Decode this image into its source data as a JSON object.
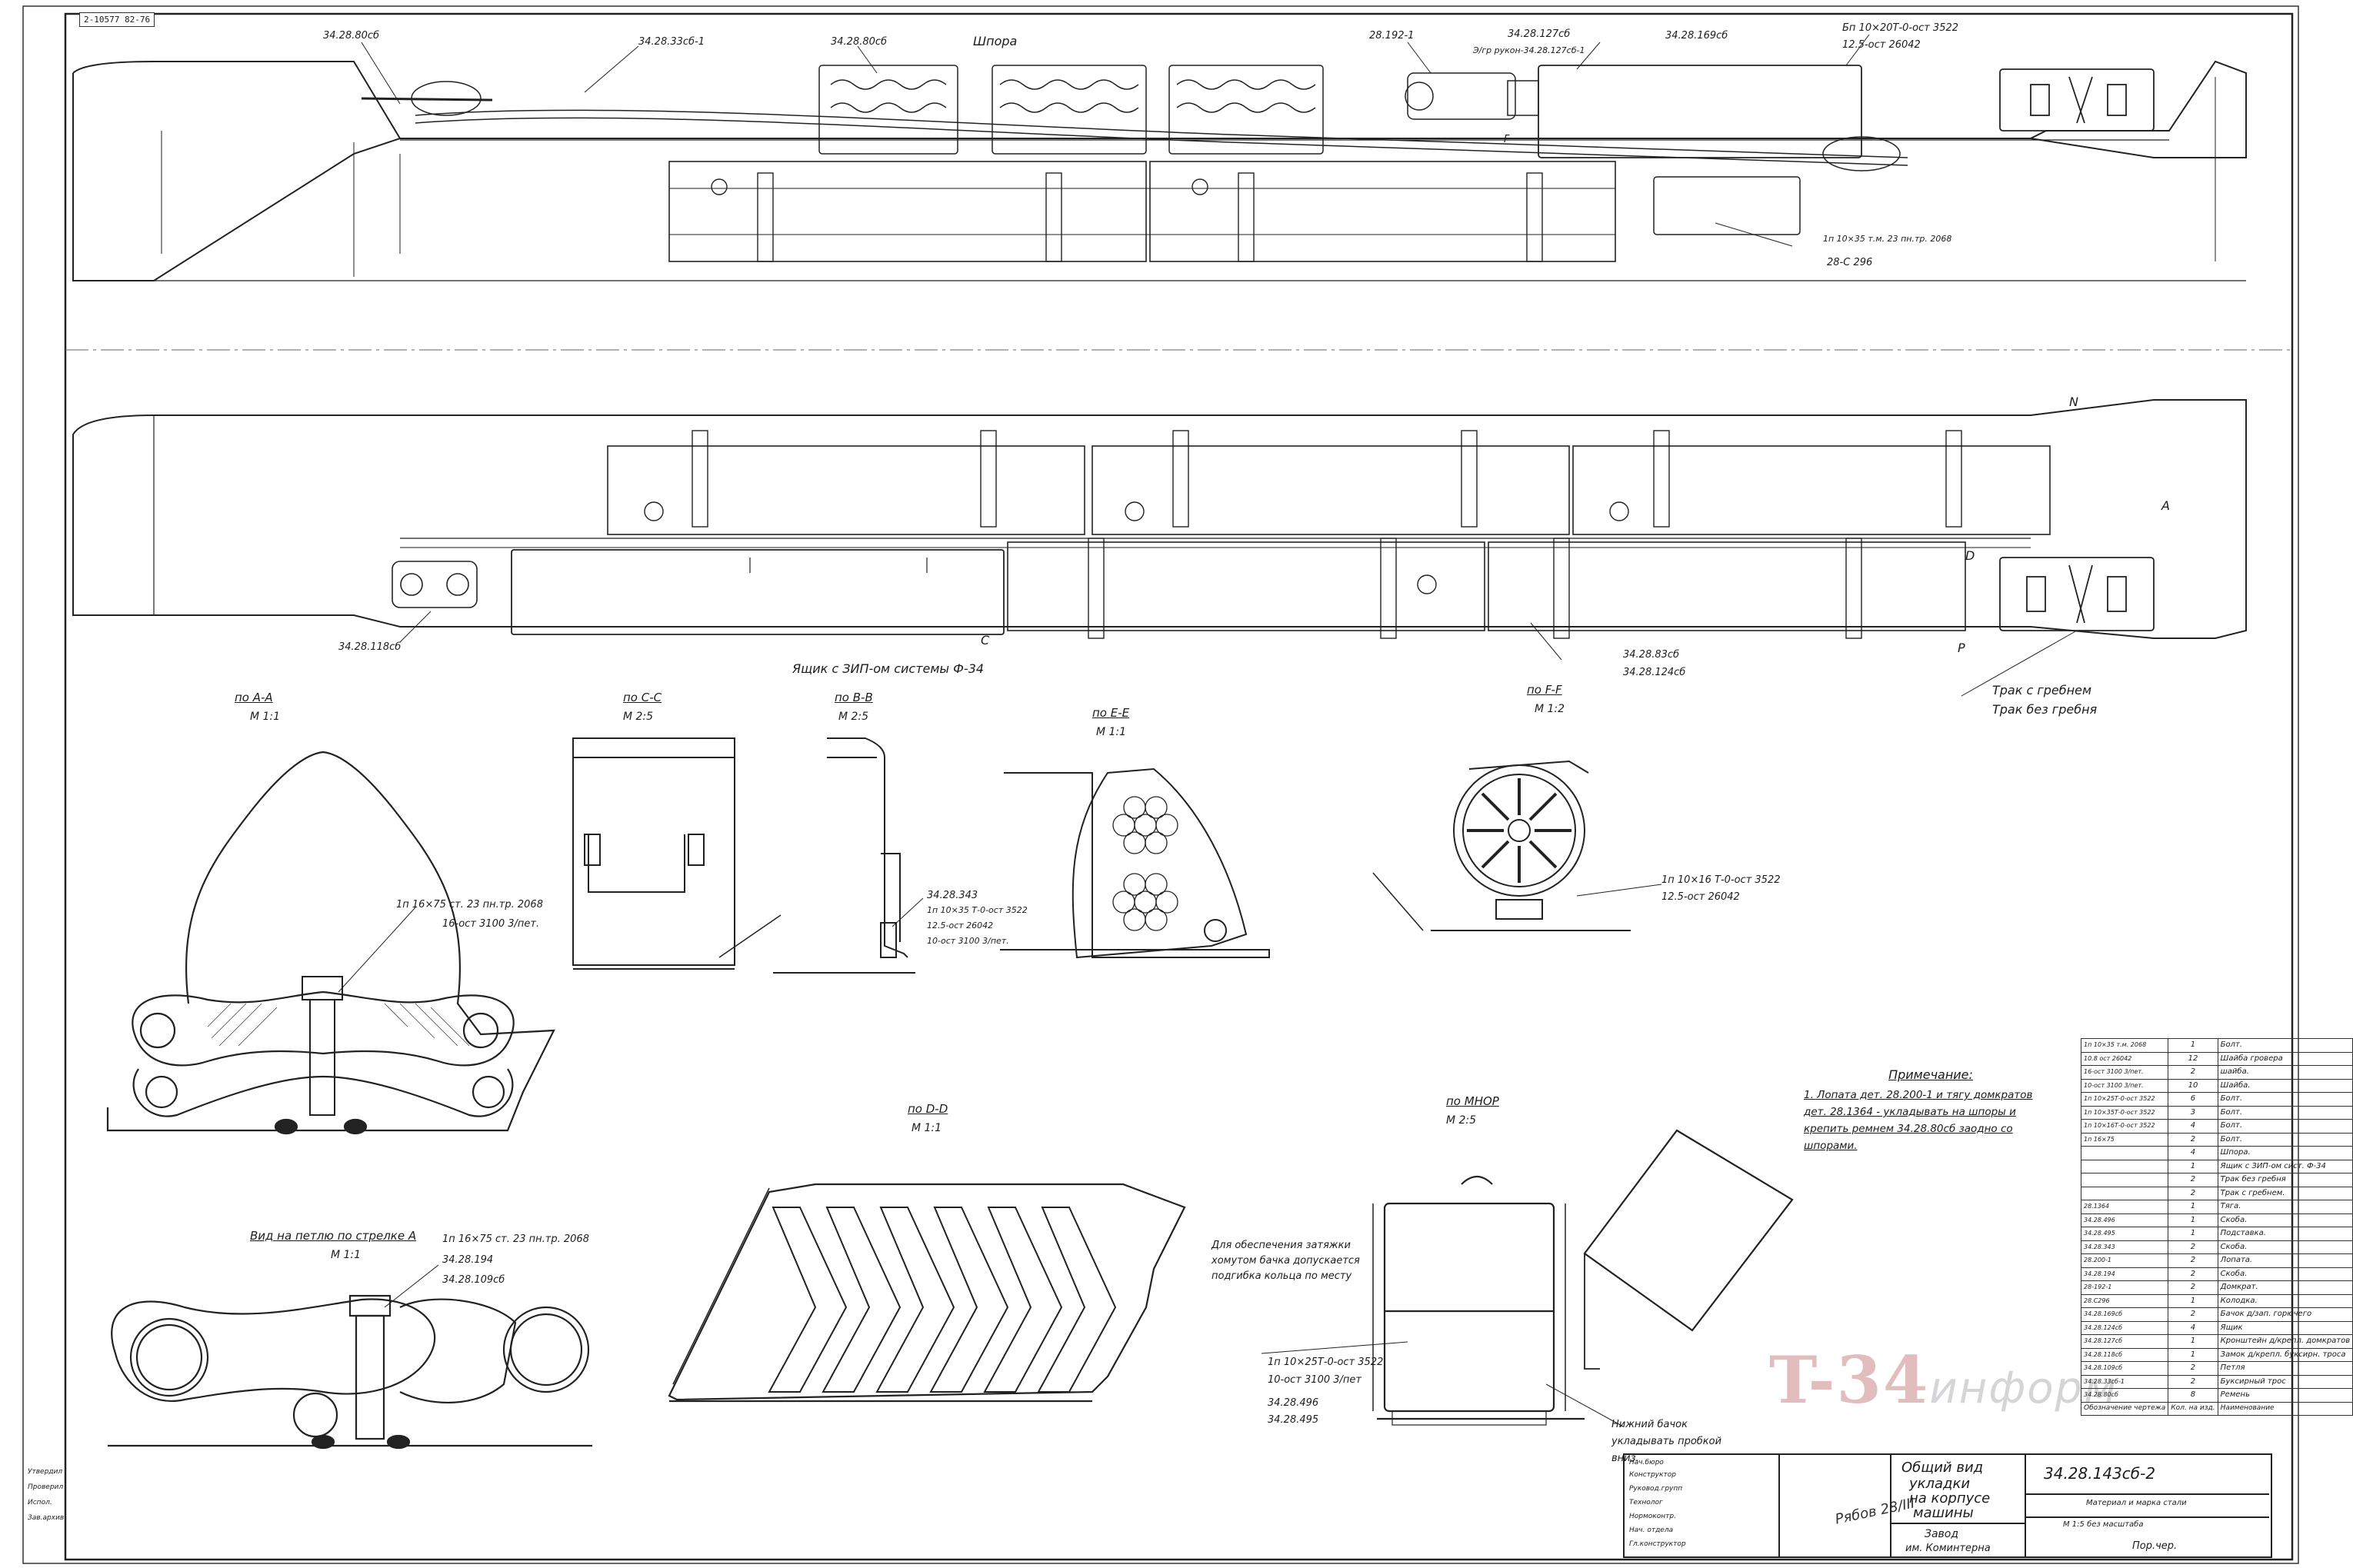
{
  "drawing": {
    "archive_stamp": "2-10577 82-76",
    "watermark": {
      "main": "T-34",
      "sub": "информ"
    },
    "signature": "Рябов 28/III"
  },
  "callouts": {
    "top_view": [
      "34.28.80сб",
      "34.28.33сб-1",
      "34.28.80сб",
      "Шпора",
      "28.192-1",
      "34.28.127сб",
      "Э/гр рукон-34.28.127сб-1",
      "34.28.169сб",
      "Бп 10×20Т-0-ост 3522",
      "12.5-ост 26042",
      "1п 10×35 т.м. 23 пн.тр. 2068",
      "28-С 296",
      "F"
    ],
    "bottom_view": [
      "34.28.118сб",
      "Ящик с ЗИП-ом системы Ф-34",
      "34.28.83сб",
      "34.28.124сб",
      "Трак с гребнем",
      "Трак без гребня",
      "A",
      "C",
      "P",
      "N",
      "D"
    ]
  },
  "sections": {
    "aa": {
      "title": "по А-А",
      "scale": "М 1:1",
      "callouts": [
        "1п 16×75 ст. 23 пн.тр. 2068",
        "16-ост 3100 3/пет."
      ]
    },
    "cc": {
      "title": "по С-С",
      "scale": "М 2:5"
    },
    "bb": {
      "title": "по В-В",
      "scale": "М 2:5",
      "callouts": [
        "34.28.343",
        "1п 10×35 Т-0-ост 3522",
        "12.5-ост 26042",
        "10-ост 3100 3/пет."
      ]
    },
    "ee": {
      "title": "по Е-Е",
      "scale": "М 1:1"
    },
    "ff": {
      "title": "по F-F",
      "scale": "М 1:2",
      "callouts": [
        "1п 10×16 Т-0-ост 3522",
        "12.5-ост 26042"
      ]
    },
    "loop": {
      "title": "Вид на петлю по стрелке A",
      "scale": "М 1:1",
      "callouts": [
        "1п 16×75 ст. 23 пн.тр. 2068",
        "34.28.194",
        "34.28.109сб"
      ]
    },
    "dd": {
      "title": "по D-D",
      "scale": "М 1:1",
      "note": "Для обеспечения затяжки хомутом бачка допускается подгибка кольца по месту"
    },
    "mnop": {
      "title": "по МНОР",
      "scale": "М 2:5",
      "callouts": [
        "1п 10×25Т-0-ост 3522",
        "10-ост 3100 3/пет",
        "34.28.496",
        "34.28.495"
      ],
      "note": "Нижний бачок укладывать пробкой вниз."
    }
  },
  "notes": {
    "title": "Примечание:",
    "text": "1. Лопата дет. 28.200-1 и тягу домкратов дет. 28.1364 - укладывать на шпоры и крепить ремнем 34.28.80сб заодно со шпорами."
  },
  "parts_table": {
    "header": [
      "Обозначение",
      "Кол.",
      "Наименование"
    ],
    "rows": [
      [
        "1п 10×35 т.м. 2068",
        "1",
        "Болт."
      ],
      [
        "10.8 ост 26042",
        "12",
        "Шайба гровера"
      ],
      [
        "16-ост 3100 3/пет.",
        "2",
        "шайба."
      ],
      [
        "10-ост 3100 3/пет.",
        "10",
        "Шайба."
      ],
      [
        "1п 10×25Т-0-ост 3522",
        "6",
        "Болт."
      ],
      [
        "1п 10×35Т-0-ост 3522",
        "3",
        "Болт."
      ],
      [
        "1п 10×16Т-0-ост 3522",
        "4",
        "Болт."
      ],
      [
        "1п 16×75",
        "2",
        "Болт."
      ],
      [
        "",
        "4",
        "Шпора."
      ],
      [
        "",
        "1",
        "Ящик с ЗИП-ом сист. Ф-34"
      ],
      [
        "",
        "2",
        "Трак без гребня"
      ],
      [
        "",
        "2",
        "Трак с гребнем."
      ],
      [
        "28.1364",
        "1",
        "Тяга."
      ],
      [
        "34.28.496",
        "1",
        "Скоба."
      ],
      [
        "34.28.495",
        "1",
        "Подставка."
      ],
      [
        "34.28.343",
        "2",
        "Скоба."
      ],
      [
        "28.200-1",
        "2",
        "Лопата."
      ],
      [
        "34.28.194",
        "2",
        "Скоба."
      ],
      [
        "28-192-1",
        "2",
        "Домкрат."
      ],
      [
        "28.С296",
        "1",
        "Колодка."
      ],
      [
        "34.28.169сб",
        "2",
        "Бачок д/зап. горючего"
      ],
      [
        "34.28.124сб",
        "4",
        "Ящик"
      ],
      [
        "34.28.127сб",
        "1",
        "Кронштейн д/крепл. домкратов"
      ],
      [
        "34.28.118сб",
        "1",
        "Замок д/крепл. буксирн. троса"
      ],
      [
        "34.28.109сб",
        "2",
        "Петля"
      ],
      [
        "34.28.33сб-1",
        "2",
        "Буксирный трос"
      ],
      [
        "34.28.80сб",
        "8",
        "Ремень"
      ],
      [
        "Обозначение чертежа",
        "Кол. на изд.",
        "Наименование"
      ]
    ]
  },
  "title_block": {
    "name_line1": "Общий вид",
    "name_line2": "укладки",
    "name_line3": "на корпусе",
    "name_line4": "машины",
    "number": "34.28.143сб-2",
    "material": "Материал и марка стали",
    "scale": "М 1:5 без масштаба",
    "plant_line1": "Завод",
    "plant_line2": "им. Коминтерна",
    "check": "Пор.чер.",
    "roles": [
      "Нач.бюро",
      "Конструктор",
      "Руковод.групп",
      "Технолог",
      "Нормоконтр.",
      "Нач. отдела",
      "Гл.конструктор"
    ]
  },
  "margin_stamps": [
    "Утвердил",
    "Проверил",
    "Испол.",
    "Зав.архив"
  ]
}
